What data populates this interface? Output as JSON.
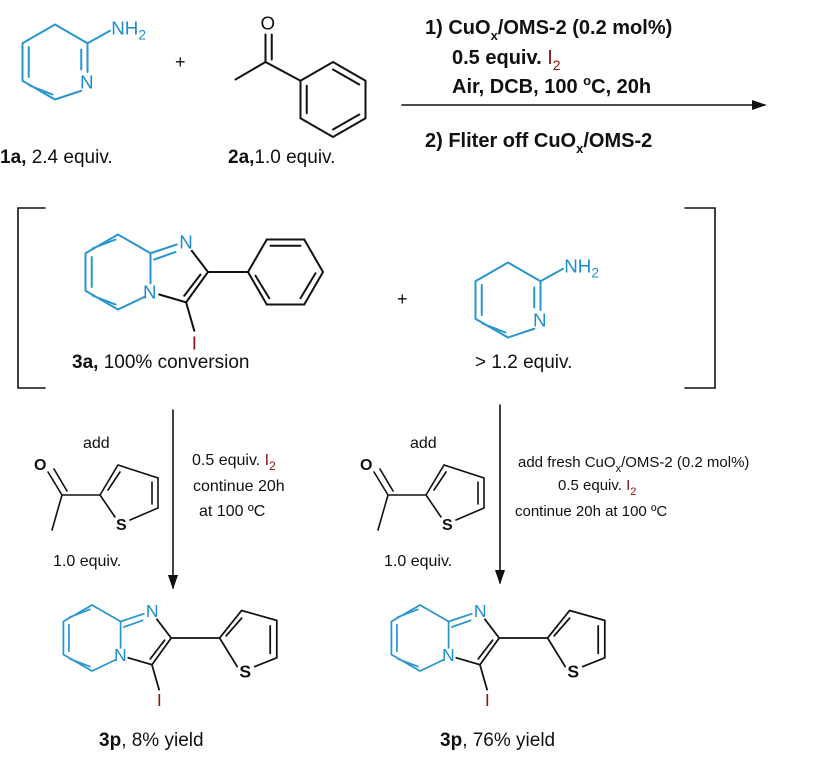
{
  "colors": {
    "amine": "#1b8ecb",
    "iodine": "#8b1414",
    "text": "#111111"
  },
  "atoms": {
    "N": "N",
    "NH": "NH",
    "H2sub": "2",
    "O": "O",
    "S": "S",
    "I": "I"
  },
  "reactants": {
    "r1": {
      "id": "1a,",
      "amount": " 2.4 equiv."
    },
    "r2": {
      "id": "2a,",
      "amount": "1.0 equiv."
    },
    "plus": "+"
  },
  "step1": {
    "line1": {
      "prefix": "1) CuO",
      "sub": "x",
      "suffix": "/OMS-2 (0.2 mol%)"
    },
    "line2": {
      "prefix": "0.5 equiv. ",
      "iodine": "I",
      "sub": "2"
    },
    "line3": {
      "prefix": "Air, DCB, 100 ",
      "sup": "o",
      "suffix": "C, 20h"
    },
    "line4": {
      "prefix": "2) Fliter off CuO",
      "sub": "x",
      "suffix": "/OMS-2"
    }
  },
  "intermediate": {
    "product": {
      "id": "3a,",
      "note": " 100% conversion"
    },
    "plus": "+",
    "excess": "> 1.2 equiv."
  },
  "left_branch": {
    "add": "add",
    "equiv": "1.0 equiv.",
    "cond1": {
      "prefix": "0.5 equiv. ",
      "iodine": "I",
      "sub": "2"
    },
    "cond2": "continue 20h",
    "cond3": "at 100 ºC",
    "result": {
      "id": "3p",
      "yield": ", 8% yield"
    }
  },
  "right_branch": {
    "add": "add",
    "equiv": "1.0 equiv.",
    "cond1": {
      "prefix": "add fresh CuO",
      "sub": "x",
      "suffix": "/OMS-2 (0.2 mol%)"
    },
    "cond2": {
      "prefix": "0.5 equiv. ",
      "iodine": "I",
      "sub": "2"
    },
    "cond3": "continue 20h at 100 ºC",
    "result": {
      "id": "3p",
      "yield": ", 76% yield"
    }
  }
}
